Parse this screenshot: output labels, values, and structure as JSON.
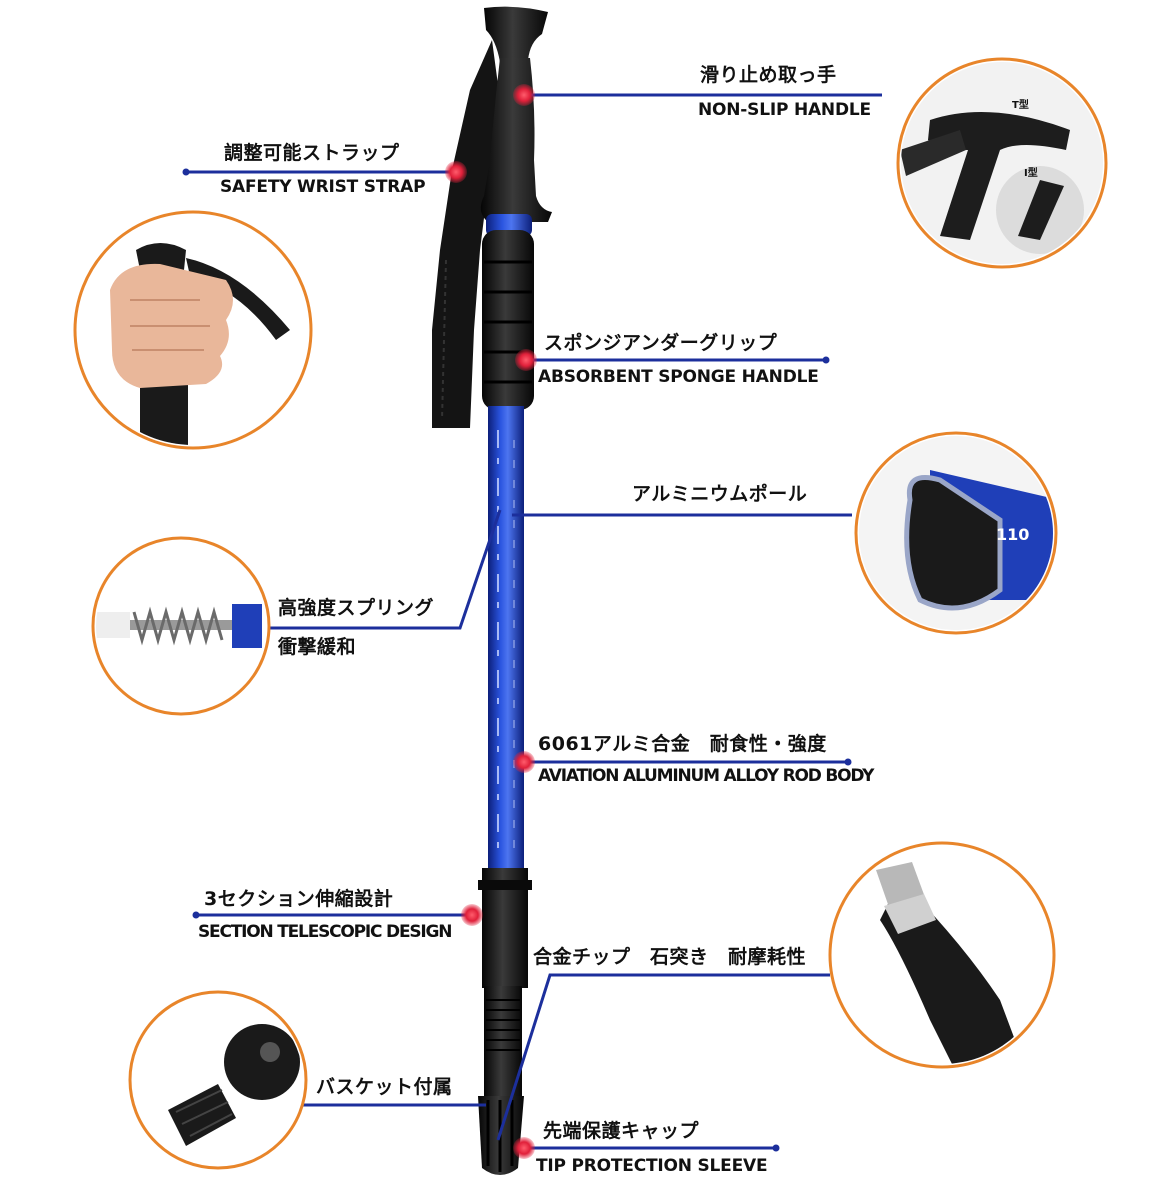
{
  "labels": {
    "handle_jp": "滑り止め取っ手",
    "handle_en": "NON-SLIP HANDLE",
    "strap_jp": "調整可能ストラップ",
    "strap_en": "SAFETY WRIST STRAP",
    "sponge_jp": "スポンジアンダーグリップ",
    "sponge_en": "ABSORBENT SPONGE HANDLE",
    "pole_jp": "アルミニウムポール",
    "spring_jp": "高強度スプリング",
    "spring_jp2": "衝撃緩和",
    "alloy_jp": "6061アルミ合金　耐食性・強度",
    "alloy_en": "AVIATION ALUMINUM ALLOY ROD BODY",
    "section_jp": "3セクション伸縮設計",
    "section_en": "SECTION TELESCOPIC DESIGN",
    "tip_jp": "合金チップ　石突き　耐摩耗性",
    "basket_jp": "バスケット付属",
    "cap_jp": "先端保護キャップ",
    "cap_en": "TIP PROTECTION SLEEVE"
  },
  "inset_text": {
    "t_type": "T型",
    "i_type": "I型",
    "size_mark": "110"
  },
  "colors": {
    "pole_blue": "#1f3fb8",
    "callout_line": "#1c2f9c",
    "marker_red": "#e0203a",
    "inset_ring": "#e8852a",
    "grip_black": "#1a1a1a"
  }
}
